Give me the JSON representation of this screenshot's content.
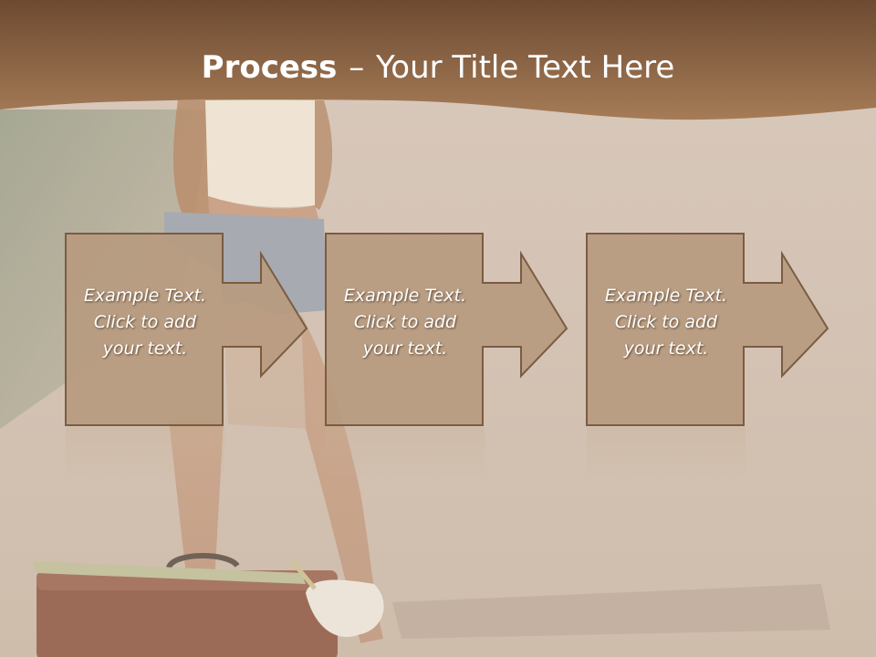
{
  "slide": {
    "title_bold": "Process",
    "title_separator": "–",
    "title_rest": "Your Title Text Here"
  },
  "steps": [
    {
      "line1": "Example Text.",
      "line2": "Click  to add",
      "line3": "your text."
    },
    {
      "line1": "Example Text.",
      "line2": "Click  to add",
      "line3": "your text."
    },
    {
      "line1": "Example Text.",
      "line2": "Click  to add",
      "line3": "your text."
    }
  ],
  "colors": {
    "header": "#8f6440",
    "box_fill": "#b79a7e",
    "box_border": "#7a5c42",
    "background": "#d7c6b6"
  }
}
